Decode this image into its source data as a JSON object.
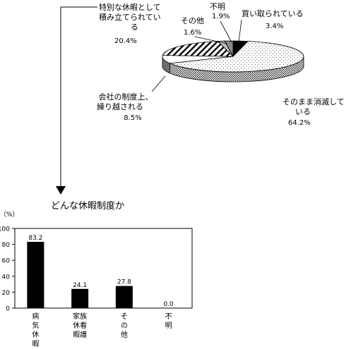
{
  "chart_data": [
    {
      "type": "pie",
      "title": "",
      "slices": [
        {
          "label_lines": [
            "買い取られている"
          ],
          "value_text": "3.4%",
          "value": 3.4
        },
        {
          "label_lines": [
            "そのまま消滅して",
            "いる"
          ],
          "value_text": "64.2%",
          "value": 64.2
        },
        {
          "label_lines": [
            "会社の制度上、",
            "繰り越される"
          ],
          "value_text": "8.5%",
          "value": 8.5
        },
        {
          "label_lines": [
            "特別な休暇として",
            "積み立てられてい",
            "る"
          ],
          "value_text": "20.4%",
          "value": 20.4
        },
        {
          "label_lines": [
            "その他"
          ],
          "value_text": "1.6%",
          "value": 1.6
        },
        {
          "label_lines": [
            "不明"
          ],
          "value_text": "1.9%",
          "value": 1.9
        }
      ]
    },
    {
      "type": "bar",
      "title": "どんな休暇制度か",
      "ylabel": "（%）",
      "ylim": [
        0,
        100
      ],
      "yticks": [
        "0",
        "20",
        "40",
        "60",
        "80",
        "100"
      ],
      "categories": [
        "病気休暇",
        "家族看護休暇",
        "その他",
        "不明"
      ],
      "category_lines": [
        [
          "病",
          "気",
          "休",
          "暇"
        ],
        [
          "家族",
          "休看",
          "暇護"
        ],
        [
          "そ",
          "の",
          "他"
        ],
        [
          "不",
          "明"
        ]
      ],
      "values": [
        83.2,
        24.1,
        27.8,
        0.0
      ],
      "value_labels": [
        "83.2",
        "24.1",
        "27.8",
        "0.0"
      ]
    }
  ]
}
